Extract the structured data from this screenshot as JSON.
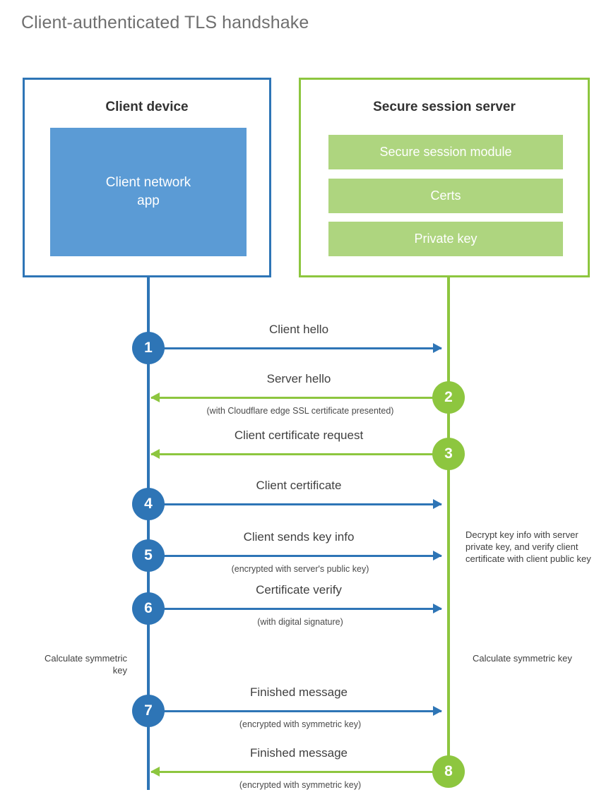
{
  "title": "Client-authenticated TLS handshake",
  "colors": {
    "client_blue": "#2e75b6",
    "client_app_fill": "#5b9bd5",
    "server_green": "#8dc63f",
    "server_bar_fill": "#aed57f",
    "text_dark": "#404040",
    "title_gray": "#6f6f6f"
  },
  "client": {
    "title": "Client device",
    "app_label": "Client network\napp"
  },
  "server": {
    "title": "Secure session server",
    "bars": [
      {
        "label": "Secure session module"
      },
      {
        "label": "Certs"
      },
      {
        "label": "Private key"
      }
    ]
  },
  "steps": [
    {
      "number": "1",
      "label": "Client hello",
      "sublabel": "",
      "direction": "client-to-server",
      "color": "blue"
    },
    {
      "number": "2",
      "label": "Server hello",
      "sublabel": "(with Cloudflare edge SSL certificate presented)",
      "direction": "server-to-client",
      "color": "green"
    },
    {
      "number": "3",
      "label": "Client certificate request",
      "sublabel": "",
      "direction": "server-to-client",
      "color": "green"
    },
    {
      "number": "4",
      "label": "Client certificate",
      "sublabel": "",
      "direction": "client-to-server",
      "color": "blue"
    },
    {
      "number": "5",
      "label": "Client sends key info",
      "sublabel": "(encrypted with server's public key)",
      "direction": "client-to-server",
      "color": "blue"
    },
    {
      "number": "6",
      "label": "Certificate verify",
      "sublabel": "(with digital signature)",
      "direction": "client-to-server",
      "color": "blue"
    },
    {
      "number": "7",
      "label": "Finished message",
      "sublabel": "(encrypted with symmetric key)",
      "direction": "client-to-server",
      "color": "blue"
    },
    {
      "number": "8",
      "label": "Finished message",
      "sublabel": "(encrypted with symmetric key)",
      "direction": "server-to-client",
      "color": "green"
    }
  ],
  "notes": {
    "decrypt": "Decrypt key info with server private key, and verify client certificate with client public key",
    "calculate_client": "Calculate symmetric key",
    "calculate_server": "Calculate symmetric key"
  }
}
